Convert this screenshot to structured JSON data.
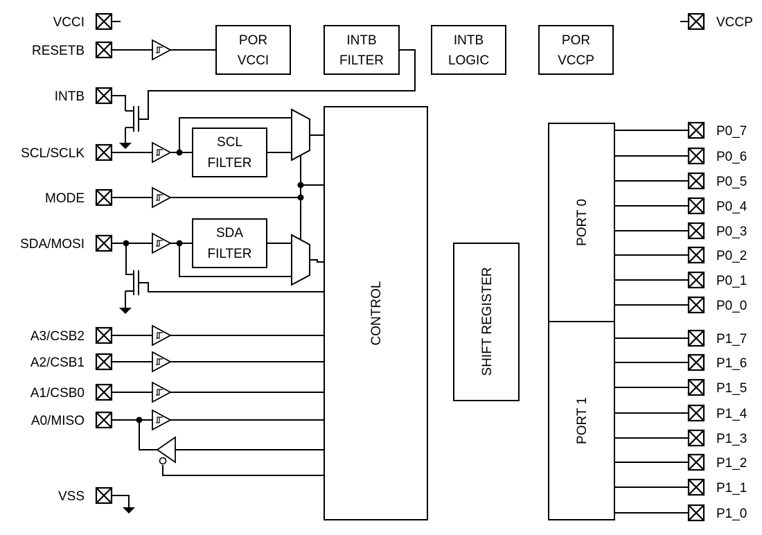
{
  "pins_left": {
    "vcci": "VCCI",
    "resetb": "RESETB",
    "intb": "INTB",
    "scl": "SCL/SCLK",
    "mode": "MODE",
    "sda": "SDA/MOSI",
    "a3": "A3/CSB2",
    "a2": "A2/CSB1",
    "a1": "A1/CSB0",
    "a0": "A0/MISO",
    "vss": "VSS"
  },
  "pins_right": {
    "vccp": "VCCP",
    "port0": [
      "P0_7",
      "P0_6",
      "P0_5",
      "P0_4",
      "P0_3",
      "P0_2",
      "P0_1",
      "P0_0"
    ],
    "port1": [
      "P1_7",
      "P1_6",
      "P1_5",
      "P1_4",
      "P1_3",
      "P1_2",
      "P1_1",
      "P1_0"
    ]
  },
  "blocks": {
    "por_vcci": [
      "POR",
      "VCCI"
    ],
    "intb_filter": [
      "INTB",
      "FILTER"
    ],
    "intb_logic": [
      "INTB",
      "LOGIC"
    ],
    "por_vccp": [
      "POR",
      "VCCP"
    ],
    "scl_filter": [
      "SCL",
      "FILTER"
    ],
    "sda_filter": [
      "SDA",
      "FILTER"
    ],
    "control": "CONTROL",
    "shift_register": "SHIFT REGISTER",
    "port0": "PORT 0",
    "port1": "PORT 1"
  }
}
